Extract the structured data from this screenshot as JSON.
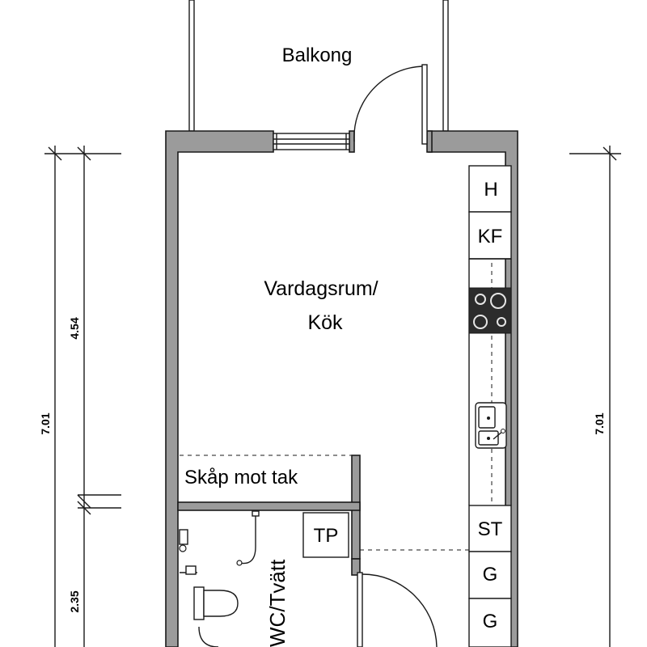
{
  "rooms": {
    "balcony": "Balkong",
    "living_line1": "Vardagsrum/",
    "living_line2": "Kök",
    "closet": "Skåp mot tak",
    "bathroom": "WC/Tvätt"
  },
  "fixtures": {
    "hood": "H",
    "fridge_freezer": "KF",
    "dryer_cabinet": "TP",
    "storage": "ST",
    "wardrobe_1": "G",
    "wardrobe_2": "G"
  },
  "dimensions": {
    "left_upper": "4.54",
    "left_total": "7.01",
    "left_lower": "2.35",
    "right_total": "7.01"
  }
}
